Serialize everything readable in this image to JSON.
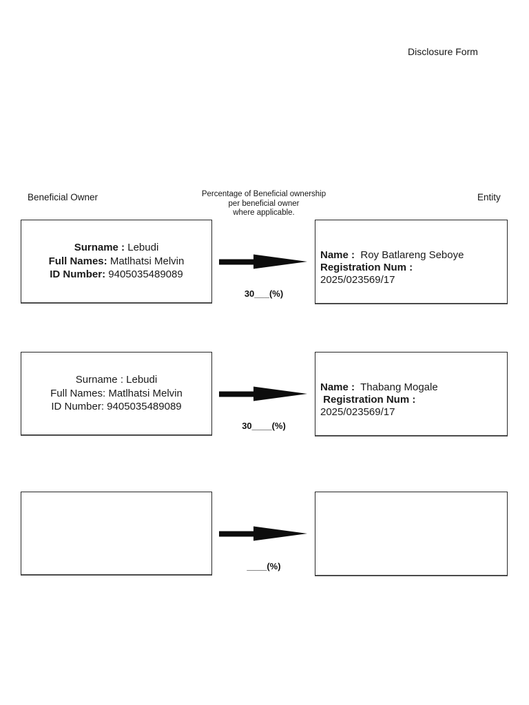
{
  "page": {
    "title": "Disclosure Form"
  },
  "colors": {
    "ink": "#1a1a1a",
    "arrow": "#0d0d0d",
    "box_border": "#262626"
  },
  "headers": {
    "left": "Beneficial Owner",
    "center_lines": [
      "Percentage of Beneficial ownership",
      "per beneficial owner",
      "where applicable."
    ],
    "right": "Entity"
  },
  "rows": [
    {
      "owner": {
        "lines": [
          {
            "label": "Surname :",
            "value": " Lebudi"
          },
          {
            "label": "Full Names:",
            "value": " Matlhatsi Melvin"
          },
          {
            "label": "ID Number:",
            "value": " 9405035489089"
          }
        ]
      },
      "percentage": "30___(%)",
      "entity": {
        "name_label": "Name :",
        "name_value": "  Roy Batlareng Seboye",
        "reg_label": "Registration Num :",
        "reg_value": "2025/023569/17"
      }
    },
    {
      "owner": {
        "lines": [
          {
            "label": "Surname :",
            "value": " Lebudi"
          },
          {
            "label": "Full Names:",
            "value": " Matlhatsi Melvin"
          },
          {
            "label": "ID Number:",
            "value": " 9405035489089"
          }
        ]
      },
      "percentage": "30____(%)",
      "entity": {
        "name_label": "Name :",
        "name_value": "  Thabang Mogale",
        "reg_label": " Registration Num :",
        "reg_value": "2025/023569/17"
      }
    },
    {
      "owner": {
        "lines": []
      },
      "percentage": "____(%)",
      "entity": {}
    }
  ]
}
